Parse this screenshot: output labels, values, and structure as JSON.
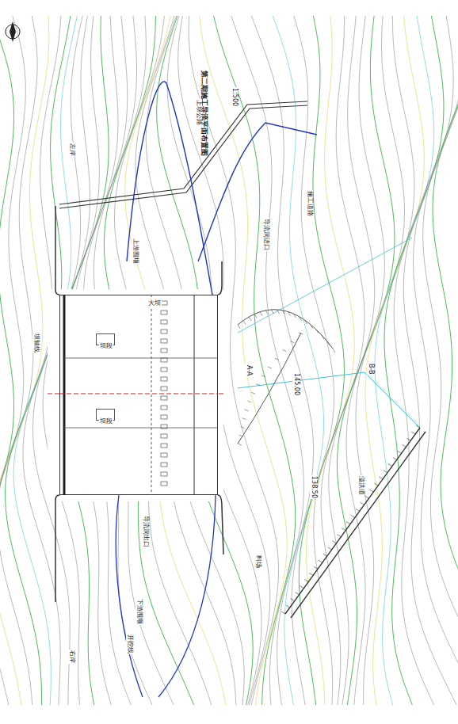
{
  "diagram": {
    "title": "第二期施工导流平面布置图",
    "nodes": [
      {
        "text": [
          "大坝"
        ]
      },
      {
        "text": [
          "坝段"
        ],
        "in": 0
      },
      {
        "text": [
          "坝段"
        ],
        "in": 0
      }
    ],
    "labels": [
      "上游围堰",
      "下游围堰",
      "导流洞进口",
      "导流洞出口",
      "坝轴线",
      "上坝公路",
      "溢洪道",
      "施工道路",
      "开挖线",
      "料场",
      "左岸",
      "右岸",
      "1:500",
      "A-A",
      "B-B",
      "145.00",
      "138.50"
    ]
  }
}
